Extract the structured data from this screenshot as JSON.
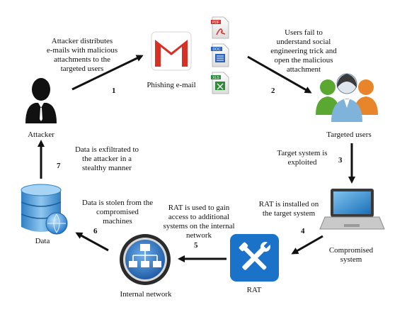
{
  "nodes": {
    "attacker": {
      "label": "Attacker"
    },
    "phishing_email": {
      "label": "Phishing e-mail"
    },
    "targeted_users": {
      "label": "Targeted users"
    },
    "compromised_system": {
      "label_line1": "Compromised",
      "label_line2": "system"
    },
    "rat": {
      "label": "RAT"
    },
    "internal_network": {
      "label": "Internal network"
    },
    "data": {
      "label": "Data"
    }
  },
  "attachments": [
    {
      "type": "pdf",
      "badge": "PDF",
      "color": "#d9302c"
    },
    {
      "type": "doc",
      "badge": "DOC",
      "color": "#2b63b8"
    },
    {
      "type": "xls",
      "badge": "XLS",
      "color": "#2e8b3a"
    }
  ],
  "steps": [
    {
      "number": "1",
      "lines": [
        "Attacker distributes",
        "e-mails with malicious",
        "attachments to the",
        "targeted users"
      ]
    },
    {
      "number": "2",
      "lines": [
        "Users fail to",
        "understand social",
        "engineering trick and",
        "open the malicious",
        "attachment"
      ]
    },
    {
      "number": "3",
      "lines": [
        "Target system is",
        "exploited"
      ]
    },
    {
      "number": "4",
      "lines": [
        "RAT is installed on",
        "the target system"
      ]
    },
    {
      "number": "5",
      "lines": [
        "RAT is used to gain",
        "access to additional",
        "systems on the internal",
        "network"
      ]
    },
    {
      "number": "6",
      "lines": [
        "Data is stolen from the",
        "compromised",
        "machines"
      ]
    },
    {
      "number": "7",
      "lines": [
        "Data is exfiltrated to",
        "the attacker in a",
        "stealthy manner"
      ]
    }
  ],
  "colors": {
    "arrow": "#111111",
    "gmail_red": "#d93025",
    "rat_blue": "#1a72c9",
    "user_green": "#5aa832",
    "user_orange": "#e8842a",
    "user_blue": "#7fb3da",
    "network_blue": "#2a6bb3",
    "data_blue": "#3a8fd0"
  }
}
